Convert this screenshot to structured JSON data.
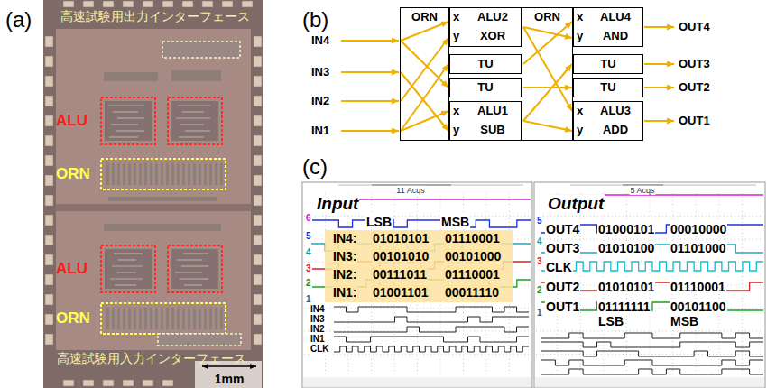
{
  "diagram": {
    "nodes": [
      {
        "text": [
          "ORN"
        ]
      },
      {
        "text": [
          "x",
          "ALU2",
          "y",
          "XOR"
        ]
      },
      {
        "text": [
          "TU"
        ]
      },
      {
        "text": [
          "TU"
        ]
      },
      {
        "text": [
          "x",
          "ALU1",
          "y",
          "SUB"
        ]
      },
      {
        "text": [
          "ORN"
        ]
      },
      {
        "text": [
          "x",
          "ALU4",
          "y",
          "AND"
        ]
      },
      {
        "text": [
          "TU"
        ]
      },
      {
        "text": [
          "TU"
        ]
      },
      {
        "text": [
          "x",
          "ALU3",
          "y",
          "ADD"
        ]
      }
    ],
    "labels": [
      "(a)",
      "高速試験用出力インターフェース",
      "ALU",
      "ORN",
      "ALU",
      "ORN",
      "高速試験用入力インターフェース",
      "1mm",
      "(b)",
      "IN4",
      "IN3",
      "IN2",
      "IN1",
      "OUT4",
      "OUT3",
      "OUT2",
      "OUT1",
      "(c)",
      "11 Acqs",
      "Input",
      "LSB",
      "MSB",
      "IN4:",
      "01010101",
      "01110001",
      "IN3:",
      "00101010",
      "00101000",
      "IN2:",
      "00111011",
      "01110001",
      "IN1:",
      "01001101",
      "00011110",
      "IN4",
      "IN3",
      "IN2",
      "IN1",
      "CLK",
      "6",
      "5",
      "4",
      "3",
      "2",
      "1",
      "5 Acqs",
      "Output",
      "OUT4",
      "01000101",
      "00010000",
      "OUT3",
      "01010100",
      "01101000",
      "CLK",
      "OUT2",
      "01010101",
      "01110001",
      "OUT1",
      "01111111",
      "00101100",
      "LSB",
      "MSB",
      "5",
      "4",
      "3",
      "2",
      "1"
    ]
  }
}
